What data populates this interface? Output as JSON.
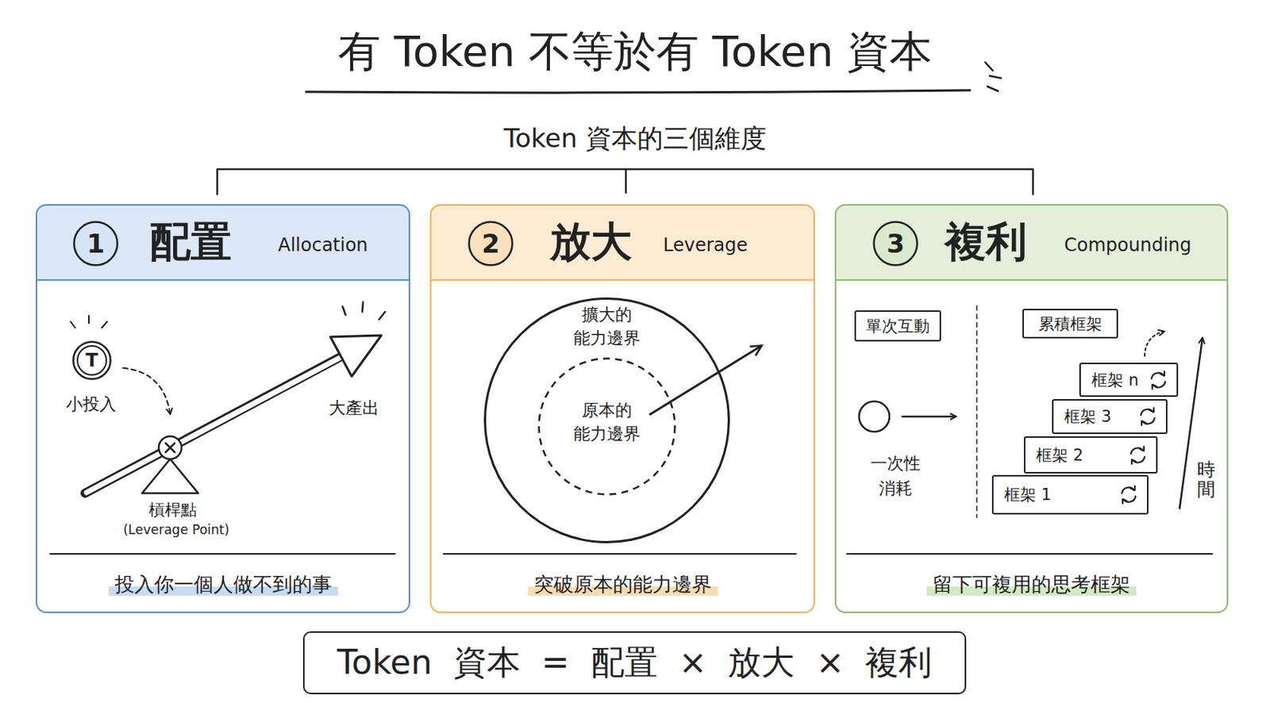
{
  "diagram": {
    "title": "有 Token 不等於有 Token 資本",
    "nodes": [
      {
        "text": [
          "配置",
          "Allocation",
          "投入你一個人做不到的事"
        ]
      },
      {
        "text": [
          "1"
        ],
        "in": 0
      },
      {
        "text": [
          "T"
        ],
        "in": 0
      },
      {
        "text": [
          "放大",
          "Leverage",
          "突破原本的能力邊界"
        ]
      },
      {
        "text": [
          "2"
        ],
        "in": 3
      },
      {
        "text": [
          "擴大的 能力邊界"
        ],
        "in": 3
      },
      {
        "text": [
          "原本的 能力邊界"
        ],
        "in": 5
      },
      {
        "text": [
          "複利",
          "Compounding",
          "留下可複用的思考框架"
        ]
      },
      {
        "text": [
          "3"
        ],
        "in": 7
      },
      {
        "text": [
          "單次互動"
        ],
        "in": 7
      },
      {
        "text": [
          "累積框架"
        ],
        "in": 7
      },
      {
        "text": [
          "框架 n"
        ],
        "in": 7
      },
      {
        "text": [
          "框架 3"
        ],
        "in": 7
      },
      {
        "text": [
          "框架 2"
        ],
        "in": 7
      },
      {
        "text": [
          "框架 1"
        ],
        "in": 7
      },
      {
        "text": [
          "Token 資本 = 配置 × 放大 × 複利"
        ]
      }
    ],
    "labels": [
      "Token 資本的三個維度",
      "小投入",
      "大產出",
      "槓桿點",
      "(Leverage Point)",
      "一次性 消耗",
      "時間"
    ]
  }
}
